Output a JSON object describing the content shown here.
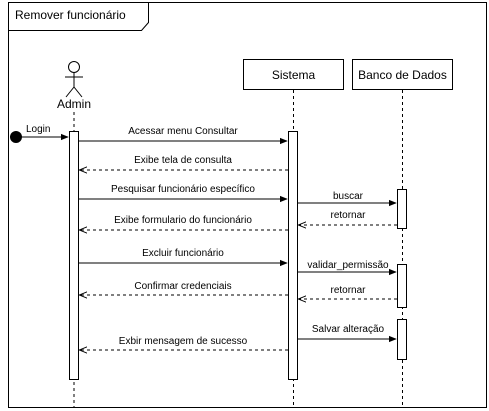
{
  "frame": {
    "title": "Remover funcionário"
  },
  "actors": {
    "admin": {
      "name": "Admin"
    },
    "sistema": {
      "name": "Sistema"
    },
    "banco": {
      "name": "Banco de Dados"
    }
  },
  "found_message": {
    "label": "Login"
  },
  "messages": [
    {
      "label": "Acessar menu Consultar",
      "kind": "sync"
    },
    {
      "label": "Exibe tela de consulta",
      "kind": "return"
    },
    {
      "label": "Pesquisar funcionário específico",
      "kind": "sync"
    },
    {
      "label": "buscar",
      "kind": "sync"
    },
    {
      "label": "retornar",
      "kind": "return"
    },
    {
      "label": "Exibe formulario do funcionário",
      "kind": "return"
    },
    {
      "label": "Excluir funcionário",
      "kind": "sync"
    },
    {
      "label": "validar_permissão",
      "kind": "sync"
    },
    {
      "label": "Confirmar credenciais",
      "kind": "return"
    },
    {
      "label": "retornar",
      "kind": "return"
    },
    {
      "label": "Salvar alteração",
      "kind": "sync"
    },
    {
      "label": "Exbir mensagem de sucesso",
      "kind": "return"
    }
  ]
}
